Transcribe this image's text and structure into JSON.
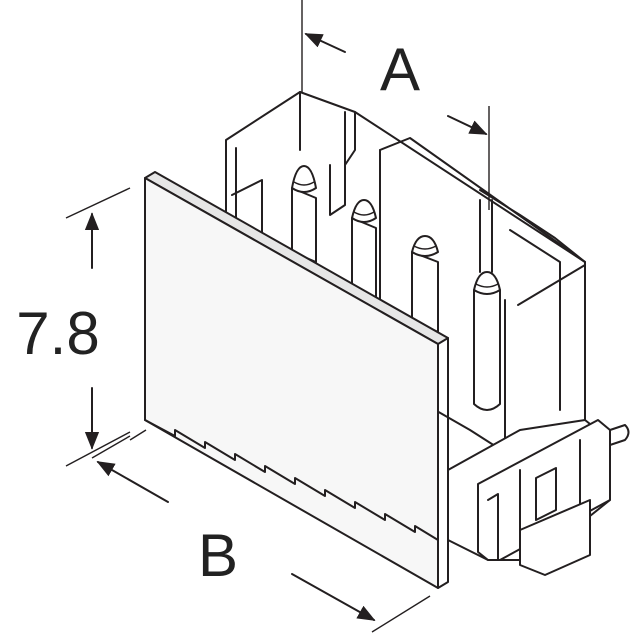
{
  "diagram": {
    "dimensions": {
      "a": "A",
      "b": "B",
      "height": "7.8"
    },
    "colors": {
      "line": "#231f20",
      "text": "#222222",
      "background": "#ffffff"
    }
  }
}
